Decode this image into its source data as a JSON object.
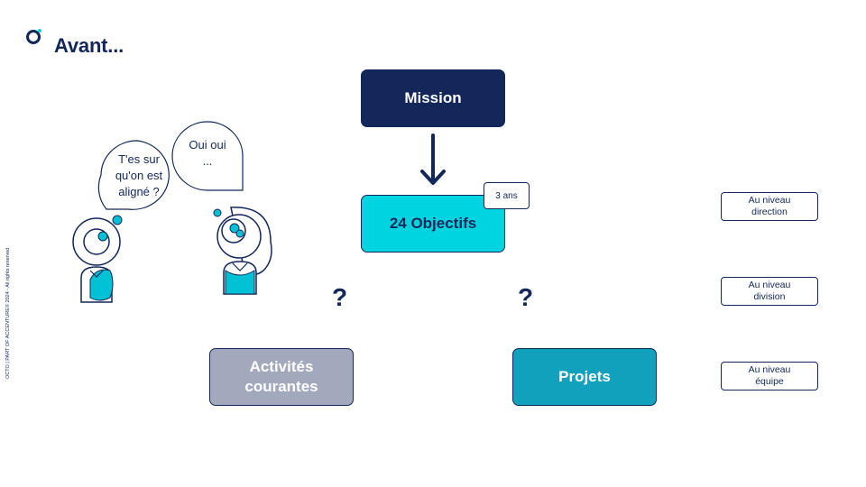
{
  "page": {
    "title": "Avant...",
    "copyright": "OCTO | PART OF ACCENTURE© 2024 - All rights reserved"
  },
  "diagram": {
    "mission": "Mission",
    "objectifs": "24 Objectifs",
    "horizon": "3 ans",
    "activites_line1": "Activités",
    "activites_line2": "courantes",
    "projets": "Projets",
    "question_left": "?",
    "question_right": "?"
  },
  "levels": [
    {
      "line1": "Au niveau",
      "line2": "direction"
    },
    {
      "line1": "Au niveau",
      "line2": "division"
    },
    {
      "line1": "Au niveau",
      "line2": "équipe"
    }
  ],
  "dialogue": {
    "left_line1": "T'es sur",
    "left_line2": "qu'on est",
    "left_line3": "aligné ?",
    "right_line1": "Oui oui",
    "right_line2": "..."
  },
  "colors": {
    "navy": "#13275a",
    "cyan": "#00d4e0",
    "teal": "#12a1bc",
    "grey": "#a2a9bc"
  }
}
